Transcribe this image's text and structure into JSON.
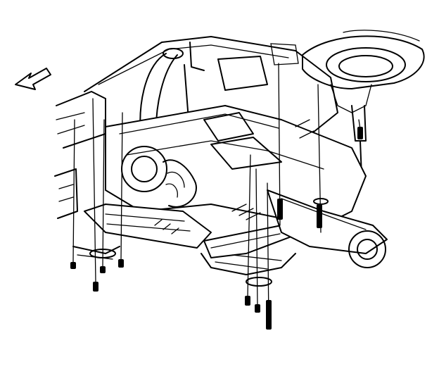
{
  "diagram": {
    "kind": "exploded-view line drawing",
    "has_text": false,
    "direction_arrow": "front-arrow-icon",
    "parts": [
      "engine-cradle",
      "crossmember",
      "suspension-lower-control-arm",
      "strut-tower",
      "cradle-mounting-bolts"
    ],
    "colors": {
      "ink": "#000000",
      "paper": "#ffffff"
    }
  }
}
